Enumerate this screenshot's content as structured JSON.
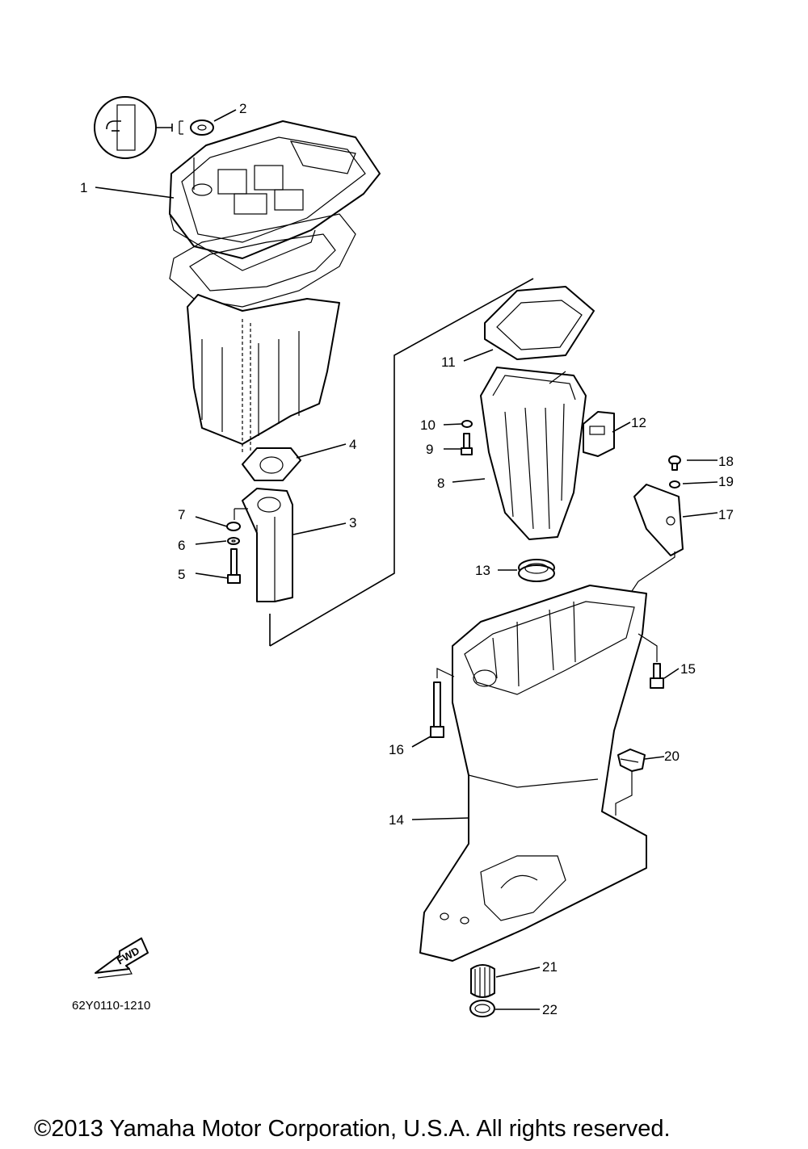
{
  "callouts": [
    "1",
    "2",
    "3",
    "4",
    "5",
    "6",
    "7",
    "8",
    "9",
    "10",
    "11",
    "12",
    "13",
    "14",
    "15",
    "16",
    "17",
    "18",
    "19",
    "20",
    "21",
    "22"
  ],
  "diagram_code": "62Y0110-1210",
  "fwd_label": "FWD",
  "copyright": "©2013 Yamaha Motor Corporation, U.S.A. All rights reserved."
}
